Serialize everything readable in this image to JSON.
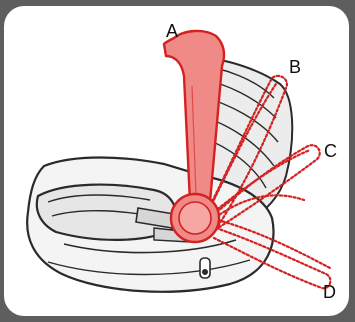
{
  "labels": {
    "a": "A",
    "b": "B",
    "c": "C",
    "d": "D"
  },
  "colors": {
    "handle_fill": "#f08a86",
    "handle_stroke": "#d42121",
    "dotted_outline": "#d42121",
    "background": "#5e5e5e",
    "panel": "#ffffff"
  },
  "icons": {
    "illustration": "infant-car-seat-carry-handle-positions"
  }
}
